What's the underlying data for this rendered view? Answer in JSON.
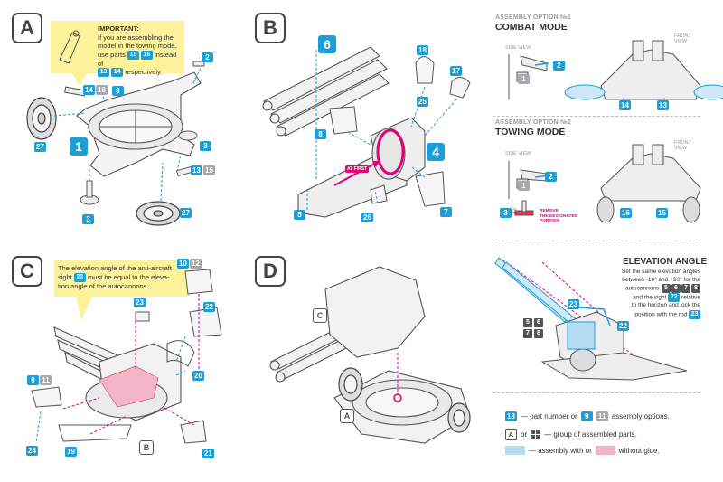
{
  "steps": {
    "A": "A",
    "B": "B",
    "C": "C",
    "D": "D"
  },
  "stepA": {
    "important_title": "IMPORTANT:",
    "important_lines": [
      "If you are assembling the",
      "model in the towing mode,",
      "use parts",
      "instead of",
      "respectively."
    ],
    "note_parts": [
      "15",
      "16",
      "13",
      "14"
    ],
    "parts": {
      "p14": "14",
      "p16": "16",
      "p3a": "3",
      "p2": "2",
      "p1": "1",
      "p27a": "27",
      "p3b": "3",
      "p13": "13",
      "p15": "15",
      "p3c": "3",
      "p27b": "27"
    }
  },
  "stepB": {
    "parts": {
      "p6": "6",
      "p18": "18",
      "p17": "17",
      "p25": "25",
      "p8": "8",
      "p4": "4",
      "p5": "5",
      "p26": "26",
      "p7": "7"
    },
    "arrow_label": "AT FIRST"
  },
  "stepC": {
    "note_lines": [
      "The elevation angle of the anti-aircraft",
      "sight",
      "must be equal to the eleva-",
      "tion angle of the autocannons."
    ],
    "note_part": "22",
    "parts": {
      "p10": "10",
      "p12": "12",
      "p23": "23",
      "p22": "22",
      "p9": "9",
      "p11": "11",
      "p20": "20",
      "p24": "24",
      "p19": "19",
      "p21": "21"
    },
    "group_label": "B"
  },
  "stepD": {
    "group_c": "C",
    "group_a": "A"
  },
  "option1": {
    "head": "ASSEMBLY OPTION №1",
    "title": "COMBAT MODE",
    "side": "SIDE VIEW",
    "front": "FRONT\nVIEW",
    "parts": {
      "p1": "1",
      "p2": "2",
      "p14": "14",
      "p13": "13"
    }
  },
  "option2": {
    "head": "ASSEMBLY OPTION №2",
    "title": "TOWING MODE",
    "side": "SIDE VIEW",
    "front": "FRONT\nVIEW",
    "parts": {
      "p1": "1",
      "p2": "2",
      "p16": "16",
      "p15": "15",
      "p3": "3",
      "x3": "x3"
    },
    "remove_text": "REMOVE\nTHE DESIGNATED\nPORTION"
  },
  "elevation": {
    "title": "ELEVATION ANGLE",
    "lines": [
      "Set the same elevation angles",
      "between -10° and +90° for the",
      "autocannons",
      "and the sight",
      "relative",
      "to the horizon and lock the",
      "position with the rod"
    ],
    "cannon_parts": [
      "5",
      "6",
      "7",
      "8"
    ],
    "sight_part": "22",
    "rod_part": "23",
    "parts": {
      "p23": "23",
      "p22": "22",
      "p5": "5",
      "p6": "6",
      "p7": "7",
      "p8": "8"
    }
  },
  "legend": {
    "part_num": "13",
    "asm_a": "9",
    "asm_b": "11",
    "text1": "— part number or",
    "text2": "assembly options.",
    "group_letter": "A",
    "or_word": "or",
    "text3": "— group of assembled parts.",
    "text4": "— assembly with or",
    "text5": "without glue."
  },
  "colors": {
    "blue": "#1a9fd9",
    "gray": "#a6a8ab",
    "yellow": "#fdf29c",
    "pink": "#e2007a",
    "light_blue": "#b6dcf2",
    "light_pink": "#f4b4c8"
  }
}
